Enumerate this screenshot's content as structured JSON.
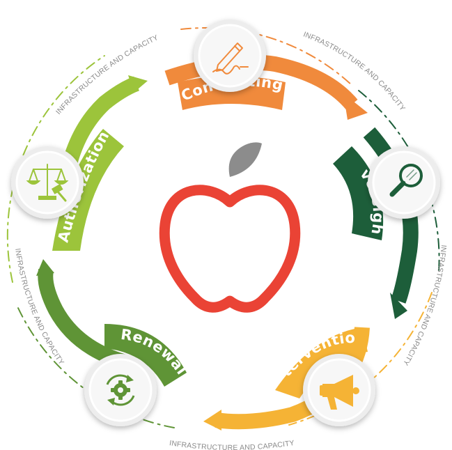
{
  "stages": [
    {
      "id": "contracting",
      "label": "Contracting",
      "color": "#f08a3c",
      "icon": "pen-signature-icon"
    },
    {
      "id": "oversight",
      "label": "Oversight",
      "color": "#1d5e3a",
      "icon": "magnifier-icon"
    },
    {
      "id": "intervention",
      "label": "Intervention",
      "color": "#f5b335",
      "icon": "megaphone-icon"
    },
    {
      "id": "renewal",
      "label": "Renewal",
      "color": "#5f9436",
      "icon": "gear-cycle-icon"
    },
    {
      "id": "authorization",
      "label": "Authorization",
      "color": "#9cc43b",
      "icon": "scales-gavel-icon"
    }
  ],
  "ring_labels": [
    "INFRASTRUCTURE AND CAPACITY",
    "INFRASTRUCTURE AND CAPACITY",
    "INFRASTRUCTURE AND CAPACITY",
    "INFRASTRUCTURE AND CAPACITY",
    "INFRASTRUCTURE AND CAPACITY"
  ],
  "center": {
    "icon": "apple-icon",
    "outline_color": "#ea4335",
    "leaf_color": "#8c8c8c"
  }
}
